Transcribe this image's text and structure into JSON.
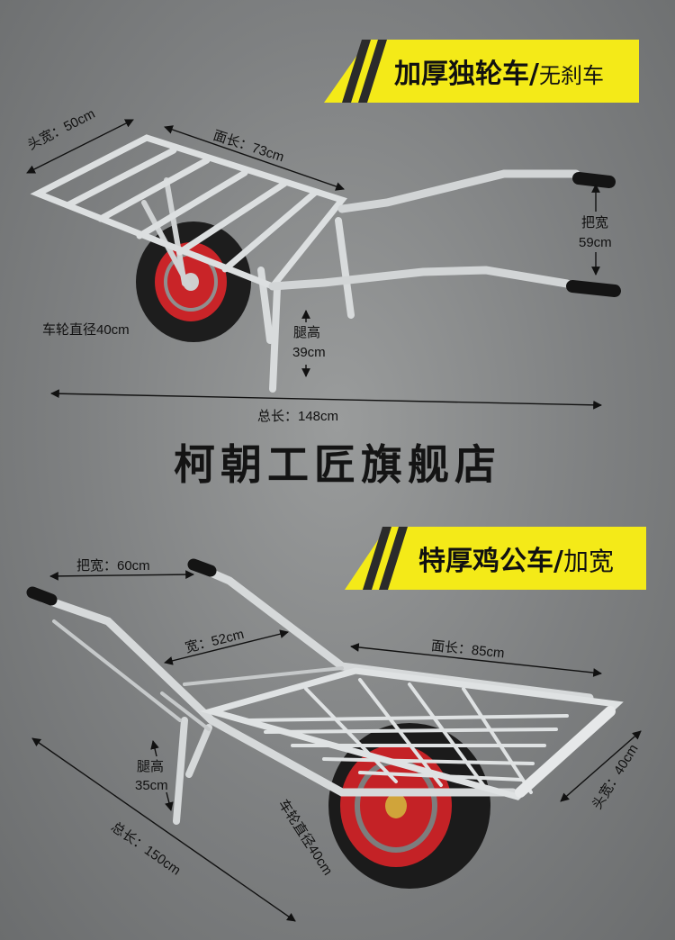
{
  "banner_top": {
    "title": "加厚独轮车",
    "slash": "/",
    "subtitle": "无刹车"
  },
  "banner_bottom": {
    "title": "特厚鸡公车",
    "slash": "/",
    "subtitle": "加宽"
  },
  "store_name": "柯朝工匠旗舰店",
  "top_cart": {
    "head_width": "头宽：50cm",
    "surface_length": "面长：73cm",
    "handle_width_label": "把宽",
    "handle_width_value": "59cm",
    "wheel_diameter": "车轮直径40cm",
    "leg_height_label": "腿高",
    "leg_height_value": "39cm",
    "total_length": "总长：148cm"
  },
  "bottom_cart": {
    "handle_width": "把宽：60cm",
    "width": "宽：52cm",
    "surface_length": "面长：85cm",
    "leg_height_label": "腿高",
    "leg_height_value": "35cm",
    "head_width": "头宽：40cm",
    "wheel_diameter": "车轮直径40cm",
    "total_length": "总长：150cm"
  },
  "colors": {
    "banner": "#f4ea18",
    "background": "#808283",
    "wheel_rim": "#d8262a",
    "frame": "#d9dcdd"
  }
}
